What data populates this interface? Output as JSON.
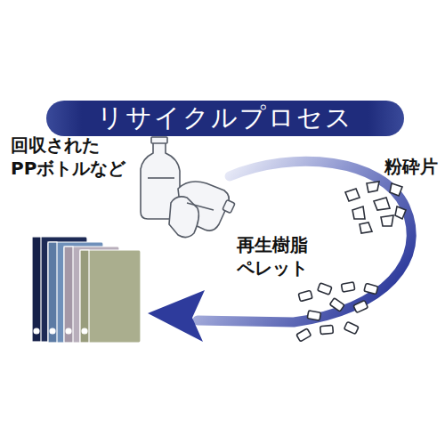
{
  "diagram": {
    "title": "リサイクルプロセス",
    "labels": [
      "回収された PPボトルなど",
      "粉砕片",
      "再生樹脂 ペレット"
    ]
  }
}
